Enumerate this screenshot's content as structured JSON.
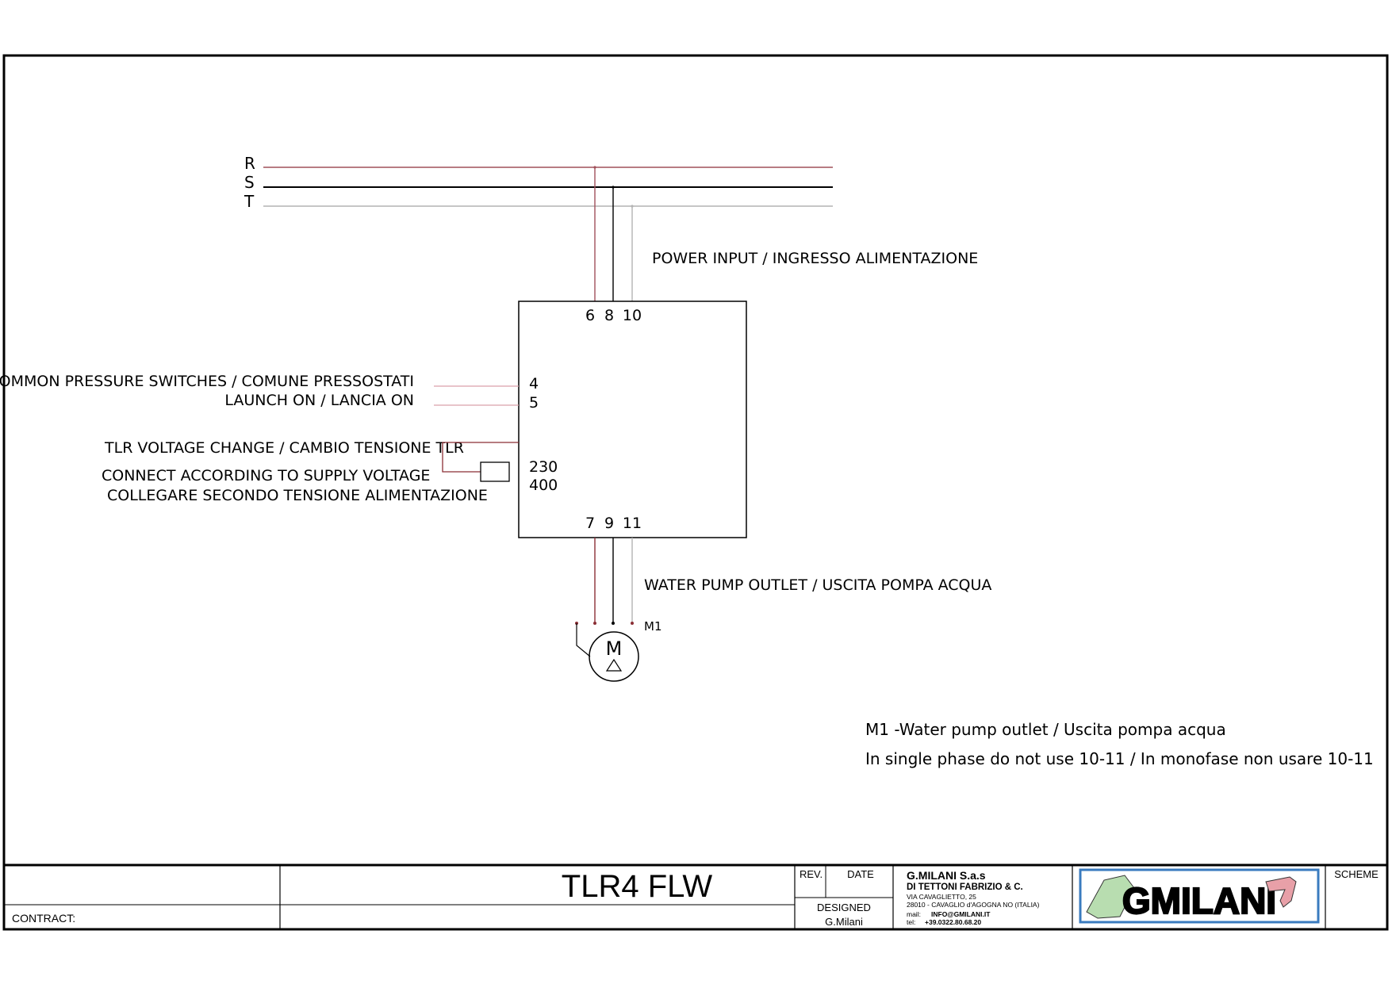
{
  "lines": {
    "r": "R",
    "s": "S",
    "t": "T"
  },
  "labels": {
    "power_input": "POWER INPUT / INGRESSO ALIMENTAZIONE",
    "common_pressure": "COMMON PRESSURE SWITCHES / COMUNE PRESSOSTATI",
    "launch_on": "LAUNCH ON / LANCIA ON",
    "voltage_change": "TLR VOLTAGE CHANGE / CAMBIO TENSIONE TLR",
    "connect_en": "CONNECT ACCORDING TO SUPPLY VOLTAGE",
    "connect_it": "COLLEGARE SECONDO TENSIONE ALIMENTAZIONE",
    "pump_outlet": "WATER PUMP OUTLET / USCITA POMPA ACQUA"
  },
  "terminals": {
    "t6": "6",
    "t8": "8",
    "t10": "10",
    "t4": "4",
    "t5": "5",
    "v230": "230",
    "v400": "400",
    "t7": "7",
    "t9": "9",
    "t11": "11"
  },
  "motor": {
    "tag": "M1",
    "symbol": "M"
  },
  "notes": {
    "note1": "M1 -Water pump outlet / Uscita pompa acqua",
    "note2": "In single phase do not use 10-11 / In monofase non usare 10-11"
  },
  "title_block": {
    "contract_label": "CONTRACT:",
    "title": "TLR4 FLW",
    "rev_label": "REV.",
    "date_label": "DATE",
    "designed_label": "DESIGNED",
    "designer": "G.Milani",
    "company_name": "G.MILANI S.a.s",
    "company_sub": "DI TETTONI FABRIZIO & C.",
    "address1": "VIA CAVAGLIETTO, 25",
    "address2": "28010 - CAVAGLIO d'AGOGNA NO (ITALIA)",
    "mail_label": "mail:",
    "mail": "INFO@GMILANI.IT",
    "tel_label": "tel:",
    "tel": "+39.0322.80.68.20",
    "logo_text": "GMILANI",
    "scheme_label": "SCHEME"
  },
  "colors": {
    "wire_r": "#a0505a",
    "wire_s": "#000000",
    "wire_t": "#b4b4b4",
    "wire_pink": "#d9a0aa",
    "wire_dark_red": "#8b2f35",
    "logo_border": "#3a7bbf"
  }
}
